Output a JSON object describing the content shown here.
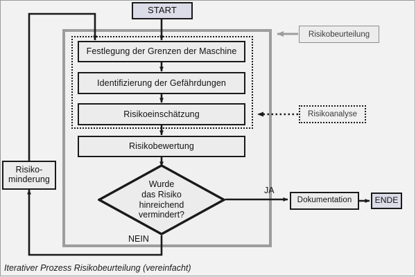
{
  "diagram": {
    "caption": "Iterativer Prozess Risikobeurteilung (vereinfacht)",
    "colors": {
      "background": "#f2f2f2",
      "node_fill": "#ececec",
      "terminal_fill": "#dcdce8",
      "stroke": "#1a1a1a",
      "container_gray": "#9d9d9d",
      "annotation_text": "#3b3b3b"
    },
    "nodes": {
      "start": "START",
      "step1": "Festlegung der Grenzen der Maschine",
      "step2": "Identifizierung der Gefährdungen",
      "step3": "Risikoeinschätzung",
      "step4": "Risikobewertung",
      "decision": "Wurde\ndas Risiko\nhinreichend\nvermindert?",
      "decision_line1": "Wurde",
      "decision_line2": "das Risiko",
      "decision_line3": "hinreichend",
      "decision_line4": "vermindert?",
      "mitigation_line1": "Risiko-",
      "mitigation_line2": "minderung",
      "documentation": "Dokumentation",
      "end": "ENDE"
    },
    "annotations": {
      "risk_assessment": "Risikobeurteilung",
      "risk_analysis": "Risikoanalyse"
    },
    "edge_labels": {
      "yes": "JA",
      "no": "NEIN"
    }
  }
}
